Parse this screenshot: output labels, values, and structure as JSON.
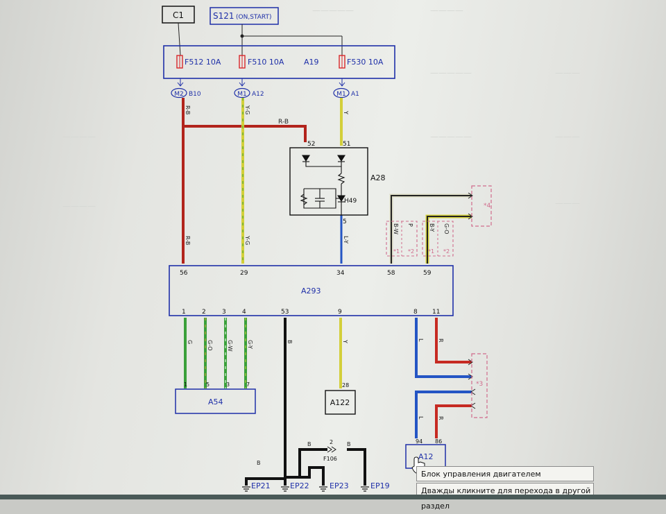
{
  "diagram": {
    "connectors": {
      "c1": "C1",
      "s121": "S121",
      "s121_state": "(ON,START)"
    },
    "fuse_box": {
      "label": "A19",
      "fuses": [
        "F512 10A",
        "F510 10A",
        "F530 10A"
      ]
    },
    "terminals": {
      "m2": "M2",
      "b10": "B10",
      "m1a": "M1",
      "a12": "A12",
      "m1b": "M1",
      "a1": "A1"
    },
    "relay": {
      "label": "A28",
      "pin_52": "52",
      "pin_51": "51",
      "pin_5": "5",
      "diode": "H49"
    },
    "ecu": {
      "label": "A293",
      "top_pins": [
        "56",
        "29",
        "34",
        "58",
        "59"
      ],
      "bottom_pins": [
        "1",
        "2",
        "3",
        "4",
        "53",
        "9",
        "8",
        "11"
      ]
    },
    "wire_codes": {
      "rb_top": "R-B",
      "rb_mid": "R-B",
      "rb_bottom": "R-B",
      "yg_top": "Y-G",
      "yg_bottom": "Y-G",
      "y_top": "Y",
      "ly": "L-Y",
      "bw": "B-W",
      "p": "P",
      "by": "B-Y",
      "go": "G-O",
      "g": "G",
      "go2": "G-O",
      "gw": "G-W",
      "gy": "G-Y",
      "b_main": "B",
      "y_bottom": "Y",
      "l_1": "L",
      "r_1": "R",
      "l_2": "L",
      "r_2": "R",
      "b_ep21": "B",
      "b_ep23": "B",
      "b_ep19": "B"
    },
    "connector_tags": {
      "t4": "*4",
      "t3": "*3",
      "t1a": "*1",
      "t2a": "*2",
      "t1b": "*1",
      "t2b": "*2"
    },
    "modules": {
      "a54": "A54",
      "a54_pins": [
        "1",
        "5",
        "3",
        "7"
      ],
      "a122": "A122",
      "a122_pin": "28",
      "a12": "A12",
      "a12_pin_l": "94",
      "a12_pin_r": "86"
    },
    "splice": {
      "label": "F106",
      "pin": "2"
    },
    "grounds": [
      "EP21",
      "EP22",
      "EP23",
      "EP19"
    ]
  },
  "tooltips": {
    "line1": "Блок управления двигателем",
    "line2": "Дважды кликните для перехода в другой раздел"
  },
  "colors": {
    "border_blue": "#1e2fa8",
    "wire_red": "#b2241c",
    "wire_yellow": "#d3cf3a",
    "wire_green": "#3aa03a",
    "wire_blue": "#2455c4",
    "wire_black": "#111111",
    "fuse_red": "#d9262a",
    "tag_pink": "#d06b8c"
  }
}
